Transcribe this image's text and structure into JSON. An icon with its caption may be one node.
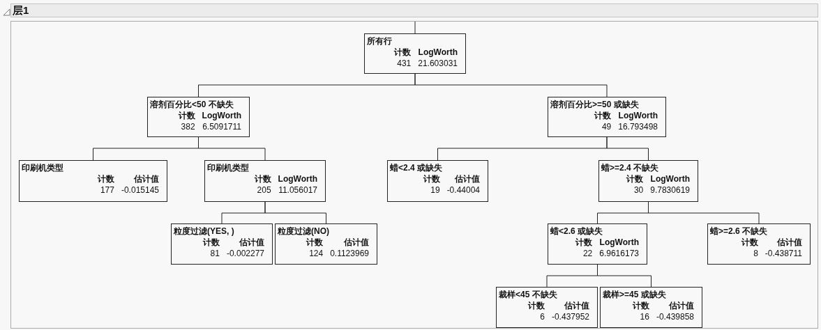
{
  "diagram": {
    "title": "层1",
    "nodes": [
      {
        "text": [
          "所有行",
          "计数",
          "LogWorth",
          "431",
          "21.603031"
        ]
      },
      {
        "text": [
          "溶剂百分比<50 不缺失",
          "计数",
          "LogWorth",
          "382",
          "6.5091711"
        ]
      },
      {
        "text": [
          "溶剂百分比>=50 或缺失",
          "计数",
          "LogWorth",
          "49",
          "16.793498"
        ]
      },
      {
        "text": [
          "印刷机类型",
          "计数",
          "估计值",
          "177",
          "-0.015145"
        ]
      },
      {
        "text": [
          "印刷机类型",
          "计数",
          "LogWorth",
          "205",
          "11.056017"
        ]
      },
      {
        "text": [
          "蜡<2.4 或缺失",
          "计数",
          "估计值",
          "19",
          "-0.44004"
        ]
      },
      {
        "text": [
          "蜡>=2.4 不缺失",
          "计数",
          "LogWorth",
          "30",
          "9.7830619"
        ]
      },
      {
        "text": [
          "粒度过滤(YES, )",
          "计数",
          "估计值",
          "81",
          "-0.002277"
        ]
      },
      {
        "text": [
          "粒度过滤(NO)",
          "计数",
          "估计值",
          "124",
          "0.1123969"
        ]
      },
      {
        "text": [
          "蜡<2.6 或缺失",
          "计数",
          "LogWorth",
          "22",
          "6.9616173"
        ]
      },
      {
        "text": [
          "蜡>=2.6 不缺失",
          "计数",
          "估计值",
          "8",
          "-0.438711"
        ]
      },
      {
        "text": [
          "裁样<45 不缺失",
          "计数",
          "估计值",
          "6",
          "-0.437952"
        ]
      },
      {
        "text": [
          "裁样>=45 或缺失",
          "计数",
          "估计值",
          "16",
          "-0.439858"
        ]
      }
    ],
    "edges": [
      {
        "from": null,
        "to": 0,
        "arrow": "none"
      },
      {
        "from": 0,
        "to": 1,
        "arrow": "none"
      },
      {
        "from": 0,
        "to": 2,
        "arrow": "none"
      },
      {
        "from": 1,
        "to": 3,
        "arrow": "none"
      },
      {
        "from": 1,
        "to": 4,
        "arrow": "none"
      },
      {
        "from": 2,
        "to": 5,
        "arrow": "none"
      },
      {
        "from": 2,
        "to": 6,
        "arrow": "none"
      },
      {
        "from": 4,
        "to": 7,
        "arrow": "none"
      },
      {
        "from": 4,
        "to": 8,
        "arrow": "none"
      },
      {
        "from": 6,
        "to": 9,
        "arrow": "none"
      },
      {
        "from": 6,
        "to": 10,
        "arrow": "none"
      },
      {
        "from": 9,
        "to": 11,
        "arrow": "none"
      },
      {
        "from": 9,
        "to": 12,
        "arrow": "none"
      }
    ]
  }
}
